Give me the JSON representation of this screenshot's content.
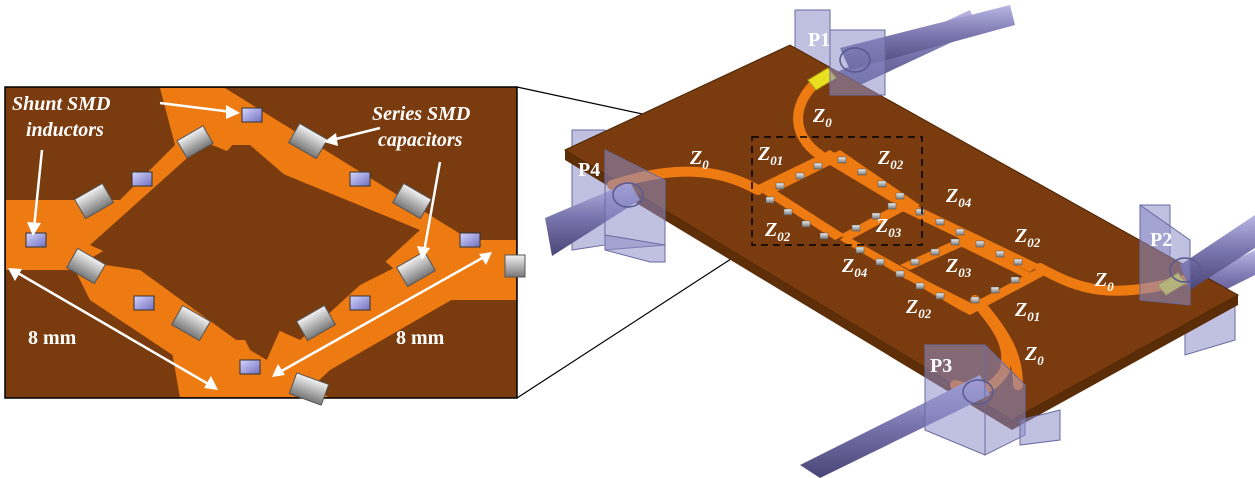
{
  "inset": {
    "shunt_line1": "Shunt SMD",
    "shunt_line2": "inductors",
    "series_line1": "Series SMD",
    "series_line2": "capacitors",
    "dim_left": "8 mm",
    "dim_right": "8 mm"
  },
  "ports": {
    "p1": "P1",
    "p2": "P2",
    "p3": "P3",
    "p4": "P4"
  },
  "impedance_symbol": "Z",
  "lines": {
    "z0_top": "0",
    "z0_left": "0",
    "z0_right": "0",
    "z0_bottom": "0",
    "z01_a": "01",
    "z02_a": "02",
    "z02_b": "02",
    "z03_a": "03",
    "z04_a": "04",
    "z04_b": "04",
    "z02_c": "02",
    "z03_b": "03",
    "z02_d": "02",
    "z01_b": "01"
  },
  "colors": {
    "substrate": "#7a3c0e",
    "copper": "#ee7a12",
    "connector": "#8c8cc8",
    "cable": "#7c78b0"
  }
}
